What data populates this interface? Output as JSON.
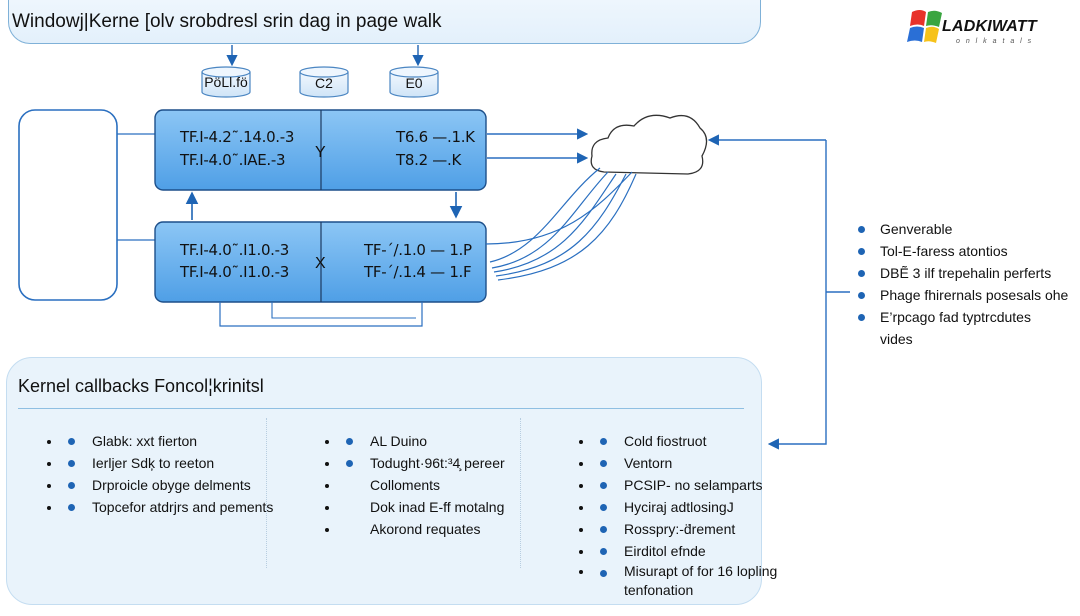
{
  "header": {
    "title": "Windowj|Kerne   [olv srobdresl srin dag in page walk"
  },
  "logo": {
    "name": "LADKIWATT",
    "tagline": "o n l k a t a l s"
  },
  "cylinders": [
    "PöLl.fö",
    "C2",
    "E0"
  ],
  "upper_block": {
    "left_lines": [
      "TF.I-4.2˜.14.0.-3",
      "TF.I-4.0˜.IAE.-3"
    ],
    "center": "Y",
    "right_lines": [
      "T6.6 —.1.K",
      "T8.2 —.K"
    ]
  },
  "lower_block": {
    "left_lines": [
      "TF.I-4.0˜.I1.0.-3",
      "TF.I-4.0˜.I1.0.-3"
    ],
    "center": "X",
    "right_lines": [
      "TF-´/.1.0 — 1.P",
      "TF-´/.1.4 — 1.F"
    ]
  },
  "right_list": [
    "Genverable",
    "Tol-E-faress atontios",
    "DBẼ 3 ilf trepehalin perferts",
    "Phage fhirernals posesals ohe",
    "E’rpcago fad typtrcdutes vides"
  ],
  "panel": {
    "title": "Kernel callbacks Foncol¦krinitsl",
    "col1": [
      "Glabk: xxt fierton",
      "Ierljer Sdķ to reeton",
      "Drproicle obyge delments",
      "Topcefor atdrjrs and pements"
    ],
    "col2_bulleted": [
      "AL Duino",
      "Todught·96t:³4̧ pereer"
    ],
    "col2_plain": [
      "Colloments",
      "Dok inad E-ff motalng",
      "Akorond requates"
    ],
    "col3": [
      "Cold fiostruot",
      "Ventorn",
      "PCSIP- no selamparts",
      "Hyciraj adtlosingJ",
      "Rosspry:-d̈rement",
      "Eirditol efnde",
      "Misurapt of for 16 lopling tenfonation"
    ]
  },
  "colors": {
    "accent_blue": "#1e64b4",
    "block_fill": "#5aa7e8",
    "panel_bg": "#e9f3fb",
    "line_blue": "#2a6fc0"
  }
}
